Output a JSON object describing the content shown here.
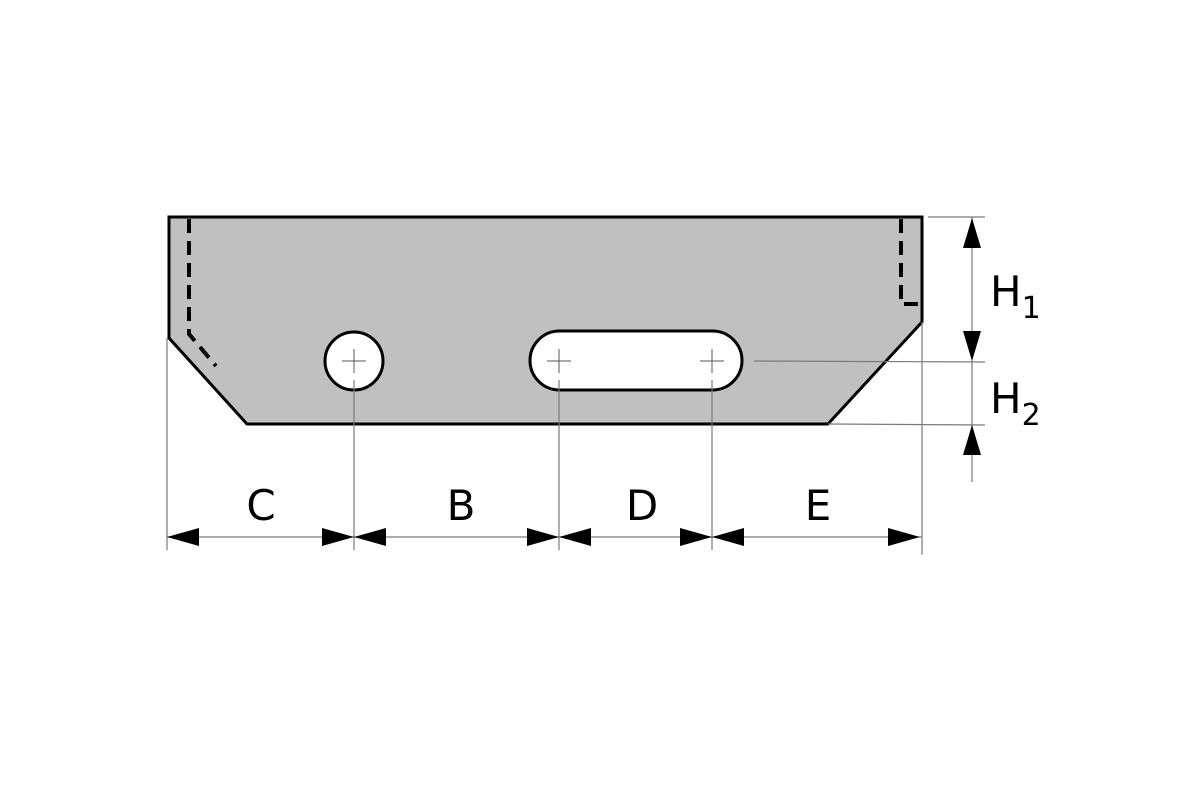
{
  "diagram": {
    "type": "technical-drawing",
    "subject": "plate with round hole and slotted hole",
    "colors": {
      "part_fill": "#c0c0c0",
      "outline": "#000000",
      "dimension_line": "#7a7a7a",
      "background": "#ffffff"
    },
    "dimensions": {
      "horizontal": [
        {
          "id": "C",
          "label": "C"
        },
        {
          "id": "B",
          "label": "B"
        },
        {
          "id": "D",
          "label": "D"
        },
        {
          "id": "E",
          "label": "E"
        }
      ],
      "vertical": [
        {
          "id": "H1",
          "label": "H",
          "subscript": "1"
        },
        {
          "id": "H2",
          "label": "H",
          "subscript": "2"
        }
      ]
    },
    "features": {
      "round_hole": "center-marked circular hole",
      "slot": "obround slot with two center marks",
      "hidden_lines": [
        "left dashed edge with chamfer",
        "right dashed edge with notch"
      ]
    }
  }
}
